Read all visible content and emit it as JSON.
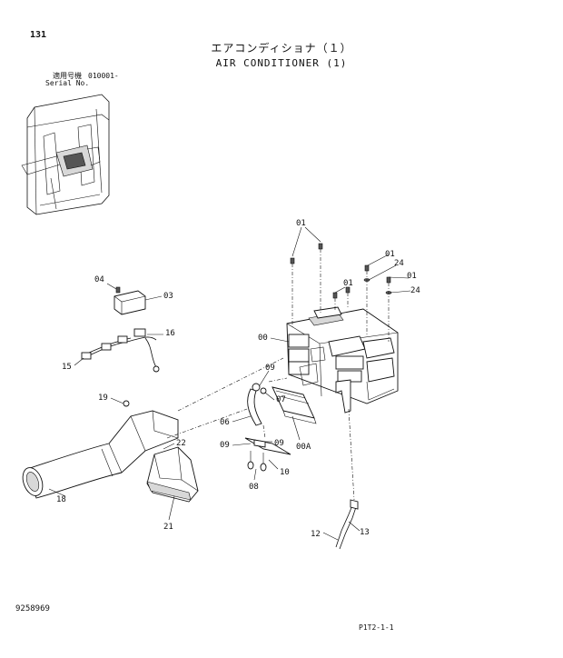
{
  "header": {
    "page_number": "131",
    "title_jp": "エアコンディショナ（１）",
    "title_en": "AIR CONDITIONER (1)",
    "serial_label_jp": "適用号機",
    "serial_value": "010001-",
    "serial_label_en": "Serial No."
  },
  "callouts": {
    "c01a": "01",
    "c01b": "01",
    "c24a": "24",
    "c01c": "01",
    "c24b": "24",
    "c01d": "01",
    "c04": "04",
    "c03": "03",
    "c16": "16",
    "c15": "15",
    "c00": "00",
    "c09a": "09",
    "c07": "07",
    "c06": "06",
    "c09b": "09",
    "c09c": "09",
    "c10": "10",
    "c08": "08",
    "c00A": "00A",
    "c19": "19",
    "c22": "22",
    "c18": "18",
    "c21": "21",
    "c12": "12",
    "c13": "13"
  },
  "footer": {
    "doc_id": "9258969",
    "page_ref": "P1T2-1-1"
  }
}
